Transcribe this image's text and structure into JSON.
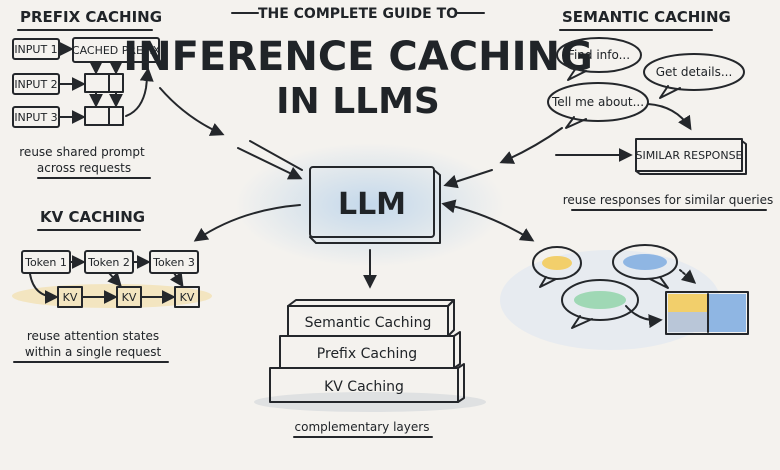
{
  "header": {
    "kicker": "THE COMPLETE GUIDE TO",
    "title_line1": "INFERENCE CACHING",
    "title_line2": "IN LLMS"
  },
  "prefix": {
    "heading": "PREFIX CACHING",
    "inputs": [
      "INPUT 1",
      "INPUT 2",
      "INPUT 3"
    ],
    "cached_label": "CACHED PREFIX",
    "caption_line1": "reuse shared prompt",
    "caption_line2": "across requests"
  },
  "kv": {
    "heading": "KV CACHING",
    "tokens": [
      "Token 1",
      "Token 2",
      "Token 3"
    ],
    "kv_label": "KV",
    "caption_line1": "reuse attention states",
    "caption_line2": "within a single request"
  },
  "semantic": {
    "heading": "SEMANTIC CACHING",
    "bubbles": [
      "Find info...",
      "Get details...",
      "Tell me about..."
    ],
    "similar_label": "SIMILAR RESPONSE",
    "caption": "reuse responses for similar queries"
  },
  "center": {
    "llm_label": "LLM"
  },
  "stack": {
    "layers": [
      "Semantic Caching",
      "Prefix Caching",
      "KV Caching"
    ],
    "caption": "complementary layers"
  },
  "colors": {
    "yellow": "#f2cf6b",
    "blue": "#8fb6e3",
    "grey_blue": "#b9c6d8",
    "green": "#9fd8b5",
    "ink": "#24272b"
  }
}
